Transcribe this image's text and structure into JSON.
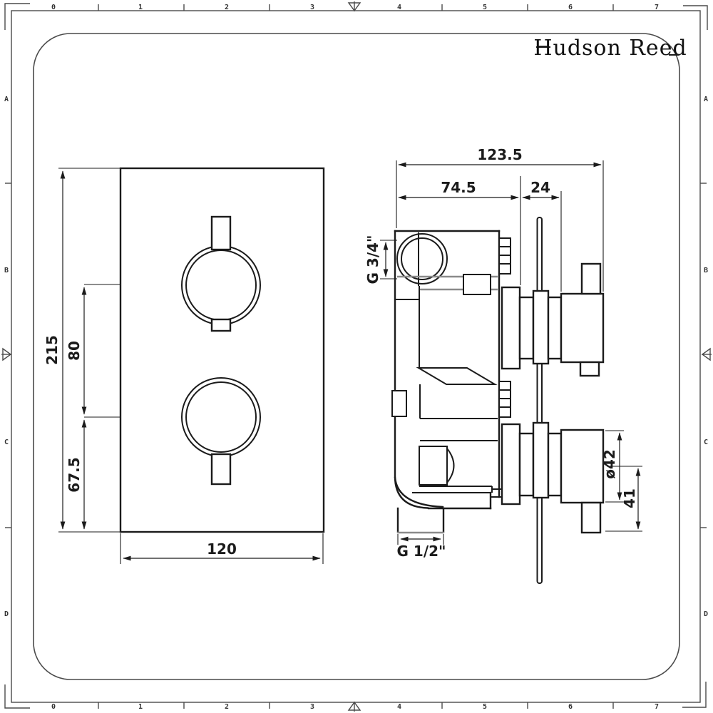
{
  "brand": {
    "name": "Hudson Reed"
  },
  "rulers": {
    "columns": [
      "0",
      "1",
      "2",
      "3",
      "4",
      "5",
      "6",
      "7"
    ],
    "rows": [
      "A",
      "B",
      "C",
      "D"
    ]
  },
  "front_view": {
    "dims": {
      "height": "215",
      "knob_spacing": "80",
      "knob_bottom_offset": "67.5",
      "width": "120"
    }
  },
  "side_view": {
    "dims": {
      "total_depth": "123.5",
      "body_depth": "74.5",
      "plate_to_knob": "24",
      "inlet_thread": "G 3/4\"",
      "outlet_thread": "G 1/2\"",
      "knob_diameter": "ø42",
      "knob_protrusion": "41"
    }
  },
  "colors": {
    "line": "#1b1b1b",
    "secondary_line": "#8a8a8a",
    "frame": "#4a4a4a",
    "background": "#ffffff"
  }
}
